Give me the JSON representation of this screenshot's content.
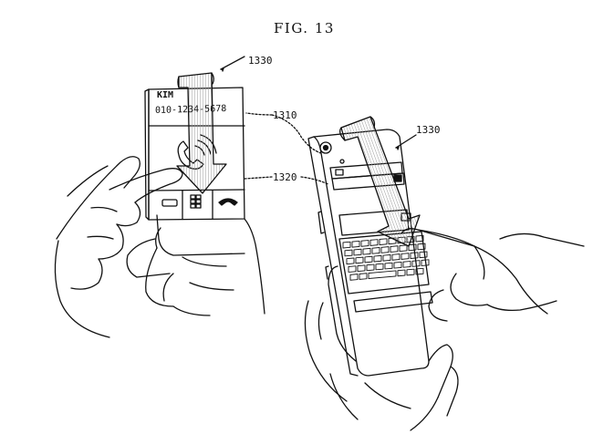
{
  "figure": {
    "title": "FIG. 13",
    "reference_labels": [
      "1330",
      "1310",
      "1320",
      "1330"
    ],
    "screen": {
      "caller_name": "KIM",
      "caller_number": "010-1234-5678"
    }
  },
  "colors": {
    "ink": "#111111",
    "paper": "#ffffff",
    "hatch": "#9a9a9a"
  }
}
